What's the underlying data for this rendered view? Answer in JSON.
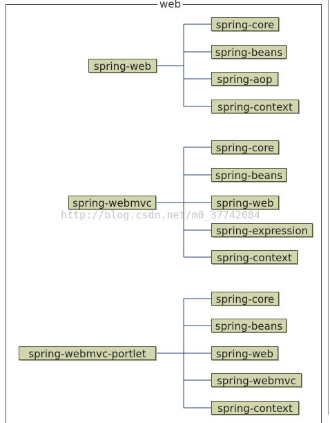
{
  "frame": {
    "title": "web"
  },
  "colors": {
    "box_fill": "#d3d5ad",
    "box_border": "#44543a",
    "connector": "#1f3f6f"
  },
  "groups": [
    {
      "root": "spring-web",
      "children": [
        "spring-core",
        "spring-beans",
        "spring-aop",
        "spring-context"
      ]
    },
    {
      "root": "spring-webmvc",
      "children": [
        "spring-core",
        "spring-beans",
        "spring-web",
        "spring-expression",
        "spring-context"
      ]
    },
    {
      "root": "spring-webmvc-portlet",
      "children": [
        "spring-core",
        "spring-beans",
        "spring-web",
        "spring-webmvc",
        "spring-context"
      ]
    }
  ],
  "watermark": "http://blog.csdn.net/m0_37742084"
}
